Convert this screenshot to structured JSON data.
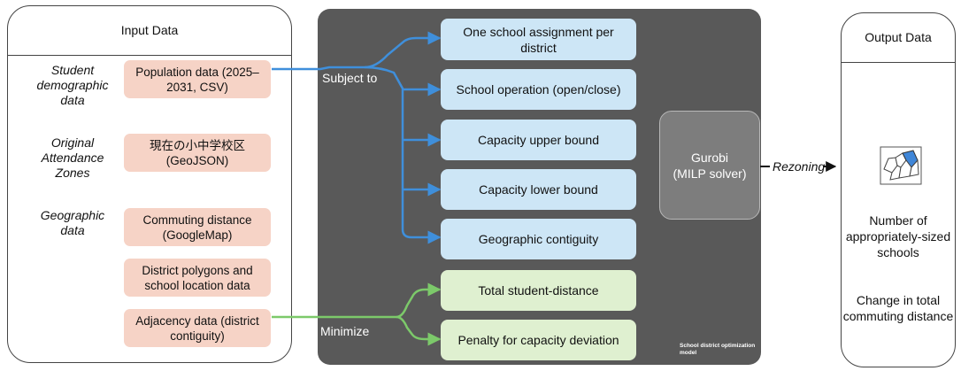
{
  "input": {
    "title": "Input Data",
    "categories": [
      {
        "label": "Student demographic data"
      },
      {
        "label": "Original Attendance Zones"
      },
      {
        "label": "Geographic data"
      }
    ],
    "items": [
      {
        "label": "Population data (2025–2031, CSV)"
      },
      {
        "label": "現在の小中学校区 (GeoJSON)"
      },
      {
        "label": "Commuting distance (GoogleMap)"
      },
      {
        "label": "District polygons and school location data"
      },
      {
        "label": "Adjacency data (district contiguity)"
      }
    ]
  },
  "model": {
    "subject_to_label": "Subject to",
    "minimize_label": "Minimize",
    "constraints": [
      {
        "label": "One school assignment per district"
      },
      {
        "label": "School operation (open/close)"
      },
      {
        "label": "Capacity upper bound"
      },
      {
        "label": "Capacity lower bound"
      },
      {
        "label": "Geographic contiguity"
      }
    ],
    "objectives": [
      {
        "label": "Total student-distance"
      },
      {
        "label": "Penalty for capacity deviation"
      }
    ],
    "solver": {
      "name": "Gurobi",
      "detail": "(MILP solver)"
    },
    "caption": "School district optimization model"
  },
  "rezoning_label": "Rezoning",
  "output": {
    "title": "Output Data",
    "items": [
      {
        "label": "Number of appropriately-sized schools"
      },
      {
        "label": "Change in total commuting distance"
      }
    ],
    "icon": "district-map-icon"
  },
  "colors": {
    "constraint_arrow": "#3f8fdb",
    "objective_arrow": "#7cc96a",
    "model_background": "#595959",
    "input_pill": "#f6d3c6",
    "constraint_box": "#cde6f6",
    "objective_box": "#dff0d0",
    "solver_box": "#7d7d7d",
    "map_highlight": "#3f86d8"
  }
}
